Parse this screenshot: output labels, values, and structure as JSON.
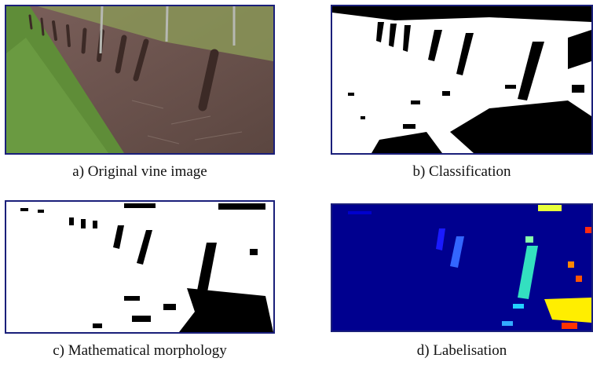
{
  "figure": {
    "panels": [
      {
        "id": "a",
        "caption": "a) Original vine image"
      },
      {
        "id": "b",
        "caption": "b) Classification"
      },
      {
        "id": "c",
        "caption": "c) Mathematical morphology"
      },
      {
        "id": "d",
        "caption": "d) Labelisation"
      }
    ],
    "colors": {
      "frame": "#1a1f7a",
      "label_background": "#00008f"
    }
  }
}
